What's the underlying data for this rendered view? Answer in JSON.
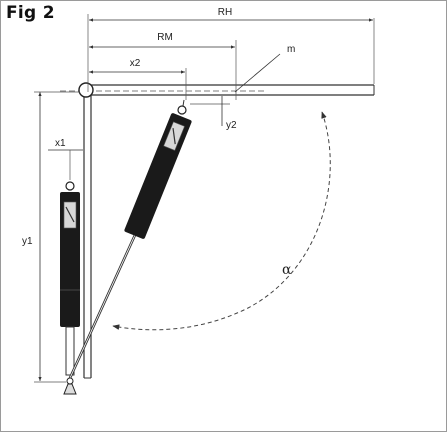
{
  "figure": {
    "title": "Fig 2"
  },
  "labels": {
    "rh": "RH",
    "rm": "RM",
    "x2": "x2",
    "m": "m",
    "y2": "y2",
    "x1": "x1",
    "y1": "y1",
    "alpha": "α"
  },
  "colors": {
    "line": "#222222",
    "cylinder": "#1a1a1a",
    "dashed": "#444444"
  }
}
